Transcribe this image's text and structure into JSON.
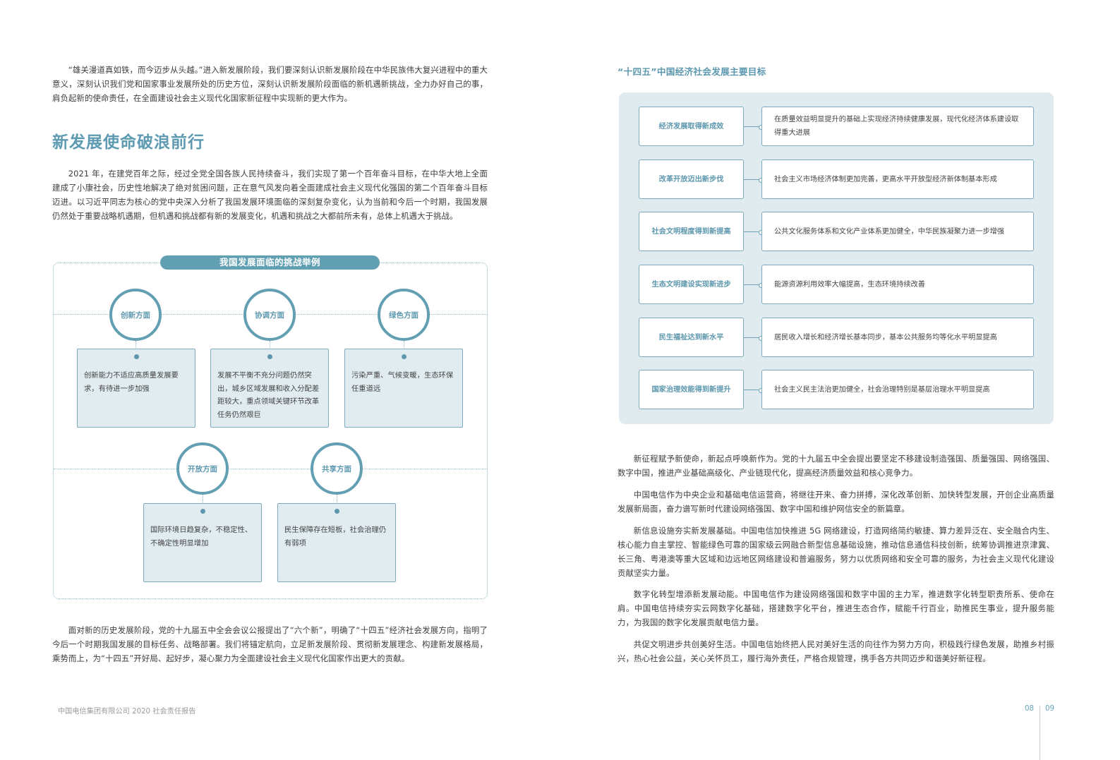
{
  "left_page": {
    "intro_paragraph": "“雄关漫道真如铁，而今迈步从头越。”进入新发展阶段，我们要深刻认识新发展阶段在中华民族伟大复兴进程中的重大意义，深刻认识我们党和国家事业发展所处的历史方位，深刻认识新发展阶段面临的新机遇新挑战，全力办好自己的事，肩负起新的使命责任，在全面建设社会主义现代化国家新征程中实现新的更大作为。",
    "section_title": "新发展使命破浪前行",
    "paragraph_2021": "2021 年，在建党百年之际，经过全党全国各族人民持续奋斗，我们实现了第一个百年奋斗目标，在中华大地上全面建成了小康社会，历史性地解决了绝对贫困问题，正在意气风发向着全面建成社会主义现代化强国的第二个百年奋斗目标迈进。以习近平同志为核心的党中央深入分析了我国发展环境面临的深刻复杂变化，认为当前和今后一个时期，我国发展仍然处于重要战略机遇期，但机遇和挑战都有新的发展变化，机遇和挑战之大都前所未有，总体上机遇大于挑战。",
    "challenge_diagram": {
      "title": "我国发展面临的挑战举例",
      "items": [
        {
          "aspect": "创新方面",
          "description": "创新能力不适应高质量发展要求，有待进一步加强"
        },
        {
          "aspect": "协调方面",
          "description": "发展不平衡不充分问题仍然突出，城乡区域发展和收入分配差距较大，重点领域关键环节改革任务仍然艰巨"
        },
        {
          "aspect": "绿色方面",
          "description": "污染严重、气候变暖，生态环保任重道远"
        },
        {
          "aspect": "开放方面",
          "description": "国际环境日趋复杂，不稳定性、不确定性明显增加"
        },
        {
          "aspect": "共享方面",
          "description": "民生保障存在短板，社会治理仍有弱项"
        }
      ]
    },
    "closing_paragraph": "面对新的历史发展阶段，党的十九届五中全会会议公报提出了“六个新”，明确了“十四五”经济社会发展方向，指明了今后一个时期我国发展的目标任务、战略部署。我们将锚定航向，立足新发展阶段、贯彻新发展理念、构建新发展格局，乘势而上，为“十四五”开好局、起好步，凝心聚力为全面建设社会主义现代化国家作出更大的贡献。",
    "footer": "中国电信集团有限公司 2020 社会责任报告",
    "page_number": "08"
  },
  "right_page": {
    "goals_title": "“十四五”中国经济社会发展主要目标",
    "goals": [
      {
        "label": "经济发展取得新成效",
        "description": "在质量效益明显提升的基础上实现经济持续健康发展，现代化经济体系建设取得重大进展"
      },
      {
        "label": "改革开放迈出新步伐",
        "description": "社会主义市场经济体制更加完善，更高水平开放型经济新体制基本形成"
      },
      {
        "label": "社会文明程度得到新提高",
        "description": "公共文化服务体系和文化产业体系更加健全，中华民族凝聚力进一步增强"
      },
      {
        "label": "生态文明建设实现新进步",
        "description": "能源资源利用效率大幅提高，生态环境持续改善"
      },
      {
        "label": "民生福祉达到新水平",
        "description": "居民收入增长和经济增长基本同步，基本公共服务均等化水平明显提高"
      },
      {
        "label": "国家治理效能得到新提升",
        "description": "社会主义民主法治更加健全，社会治理特别是基层治理水平明显提高"
      }
    ],
    "paragraphs": [
      "新征程赋予新使命，新起点呼唤新作为。党的十九届五中全会提出要坚定不移建设制造强国、质量强国、网络强国、数字中国，推进产业基础高级化、产业链现代化，提高经济质量效益和核心竞争力。",
      "中国电信作为中央企业和基础电信运营商，将继往开来、奋力拼搏，深化改革创新、加快转型发展，开创企业高质量发展新局面，奋力谱写新时代建设网络强国、数字中国和维护网信安全的新篇章。",
      "新信息设施夯实新发展基础。中国电信加快推进 5G 网络建设，打造网络简约敏捷、算力差异泛在、安全融合内生、核心能力自主掌控、智能绿色可靠的国家级云网融合新型信息基础设施，推动信息通信科技创新，统筹协调推进京津冀、长三角、粤港澳等重大区域和边远地区网络建设和普遍服务，努力以优质网络和安全可靠的服务，为社会主义现代化建设贡献坚实力量。",
      "数字化转型增添新发展动能。中国电信作为建设网络强国和数字中国的主力军，推进数字化转型职责所系、使命在肩。中国电信持续夯实云网数字化基础，搭建数字化平台，推进生态合作，赋能千行百业，助推民生事业，提升服务能力，为我国的数字化发展贡献电信力量。",
      "共促文明进步共创美好生活。中国电信始终把人民对美好生活的向往作为努力方向，积极践行绿色发展，助推乡村振兴，热心社会公益，关心关怀员工，履行海外责任，严格合规管理，携手各方共同迈步和谐美好新征程。"
    ],
    "page_number": "09"
  },
  "colors": {
    "accent": "#619fb3",
    "panel_bg": "#e0ebf0",
    "card_bg": "#e1ecf1",
    "body_text": "#3d3d3d",
    "footer_text": "#9a9a9a"
  }
}
